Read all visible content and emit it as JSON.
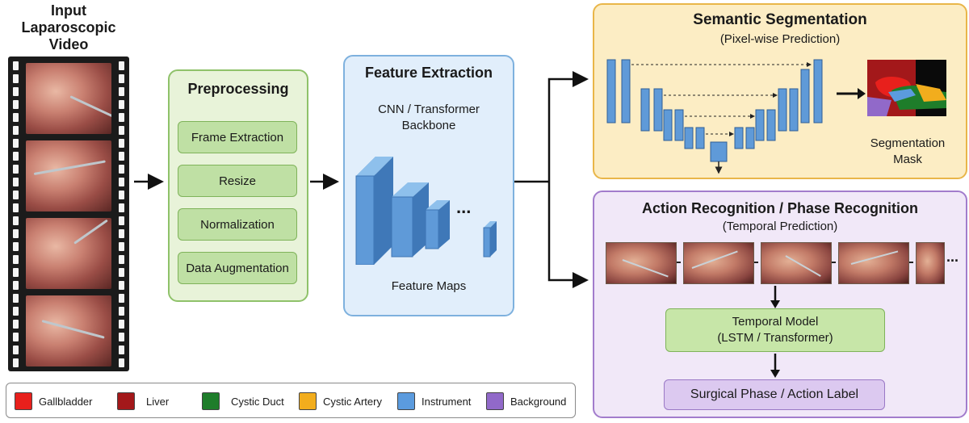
{
  "input": {
    "title_line1": "Input",
    "title_line2": "Laparoscopic",
    "title_line3": "Video"
  },
  "preprocessing": {
    "title": "Preprocessing",
    "steps": [
      "Frame Extraction",
      "Resize",
      "Normalization",
      "Data Augmentation"
    ]
  },
  "feature_extraction": {
    "title": "Feature Extraction",
    "backbone_line1": "CNN / Transformer",
    "backbone_line2": "Backbone",
    "ellipsis": "...",
    "caption": "Feature Maps"
  },
  "segmentation": {
    "title": "Semantic Segmentation",
    "subtitle": "(Pixel-wise Prediction)",
    "mask_line1": "Segmentation",
    "mask_line2": "Mask"
  },
  "action": {
    "title": "Action Recognition / Phase Recognition",
    "subtitle": "(Temporal Prediction)",
    "more": "...",
    "temporal_line1": "Temporal Model",
    "temporal_line2": "(LSTM / Transformer)",
    "output": "Surgical Phase / Action Label"
  },
  "legend": [
    {
      "label": "Gallbladder",
      "color": "#e8201c"
    },
    {
      "label": "Liver",
      "color": "#a3181a"
    },
    {
      "label": "Cystic Duct",
      "color": "#1e7d2a"
    },
    {
      "label": "Cystic Artery",
      "color": "#f2ad1d"
    },
    {
      "label": "Instrument",
      "color": "#5b9bde"
    },
    {
      "label": "Background",
      "color": "#9169c9"
    }
  ],
  "colors": {
    "prep_accent": "#8fc26a",
    "feature_accent": "#7eb1de",
    "seg_accent": "#e9b649",
    "action_accent": "#a27ccc"
  }
}
